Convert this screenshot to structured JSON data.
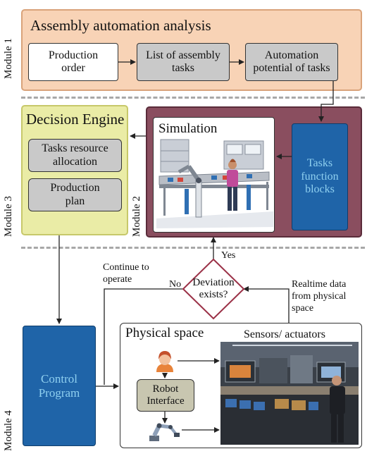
{
  "modules": {
    "m1": "Module 1",
    "m2": "Module 2",
    "m3": "Module 3",
    "m4": "Module 4"
  },
  "module1": {
    "title": "Assembly automation analysis",
    "production_order": "Production order",
    "list_tasks": "List of assembly tasks",
    "automation_potential": "Automation potential of tasks"
  },
  "module3": {
    "title": "Decision Engine",
    "resource_allocation": "Tasks resource allocation",
    "production_plan": "Production plan"
  },
  "module2": {
    "simulation_title": "Simulation",
    "function_blocks": "Tasks function blocks"
  },
  "loop": {
    "yes": "Yes",
    "no": "No",
    "deviation": "Deviation exists?",
    "continue": "Continue to operate",
    "realtime": "Realtime data from physical space"
  },
  "module4": {
    "control_program": "Control Program",
    "physical_title": "Physical space",
    "sensors": "Sensors/ actuators",
    "robot_interface": "Robot Interface"
  },
  "colors": {
    "module1_fill": "#f8d3b6",
    "module1_border": "#d9a37a",
    "decision_fill": "#eaeca6",
    "decision_border": "#c7c86a",
    "module2_fill": "#8a4e5f",
    "blue_fill": "#1f64a8",
    "blue_text": "#8fd0f0",
    "gray_box": "#c9c9c9",
    "robot_box": "#c8c6b0",
    "diamond_border": "#9a3046"
  }
}
